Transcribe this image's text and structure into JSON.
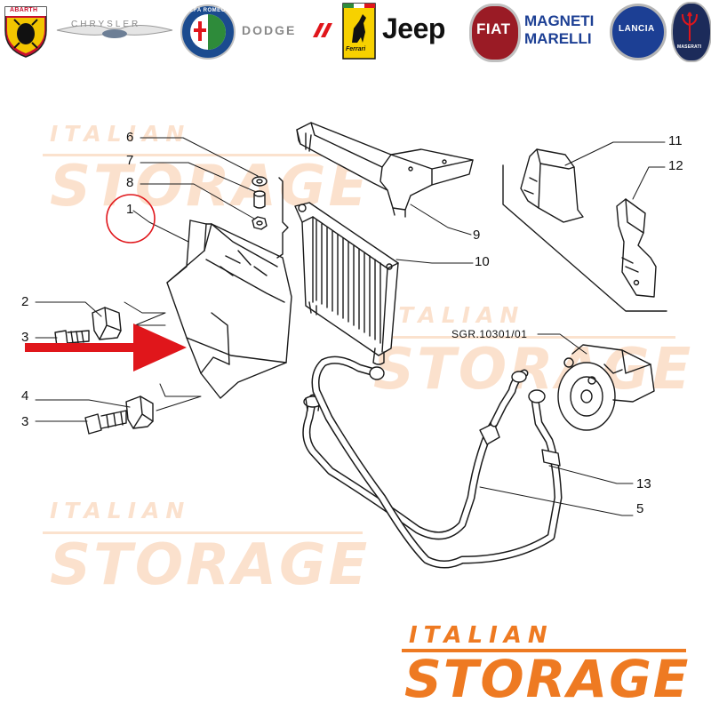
{
  "brands": {
    "abarth": "ABARTH",
    "chrysler": "CHRYSLER",
    "alfa_romeo": "ALFA ROMEO",
    "dodge": "DODGE",
    "ferrari": "Ferrari",
    "jeep": "Jeep",
    "fiat": "FIAT",
    "magneti_line1": "MAGNETI",
    "magneti_line2": "MARELLI",
    "lancia": "LANCIA",
    "maserati": "MASERATI"
  },
  "watermark": {
    "top_text": "ITALIAN",
    "big_text": "STORAGE"
  },
  "callouts": {
    "c1": "1",
    "c2": "2",
    "c3a": "3",
    "c3b": "3",
    "c4": "4",
    "c5": "5",
    "c6": "6",
    "c7": "7",
    "c8": "8",
    "c9": "9",
    "c10": "10",
    "c11": "11",
    "c12": "12",
    "c13": "13",
    "sgr": "SGR.10301/01"
  },
  "colors": {
    "accent_orange": "#ee7a22",
    "highlight_red": "#e0161b",
    "line_art": "#1a1a1a"
  }
}
